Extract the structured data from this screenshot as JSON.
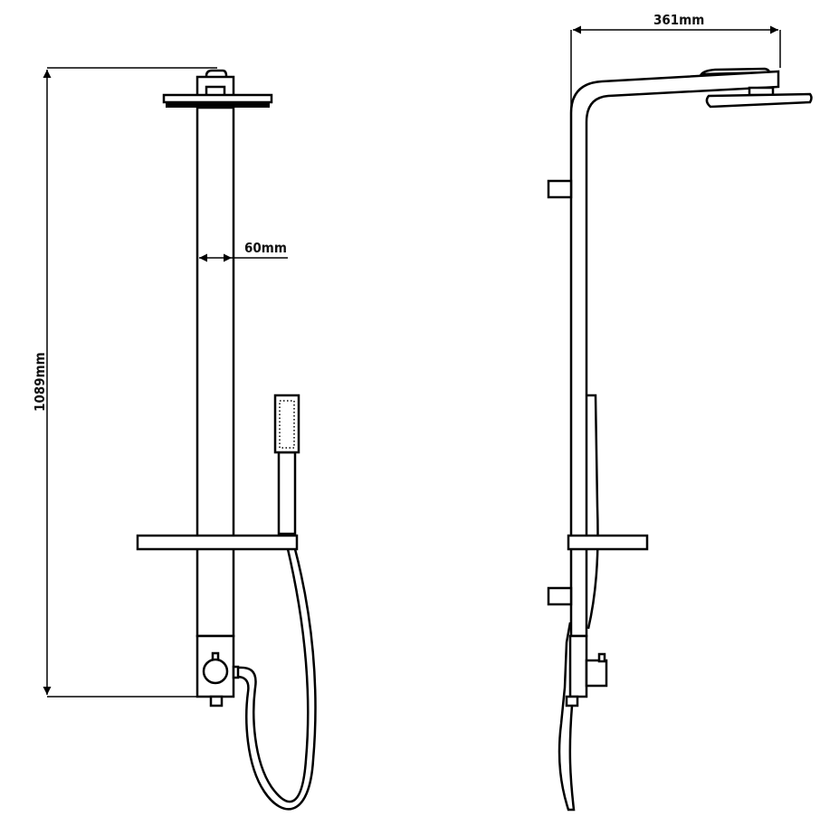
{
  "title": "Shower column technical drawing",
  "dimensions": {
    "height": "1089mm",
    "column_width": "60mm",
    "arm_reach": "361mm"
  },
  "colors": {
    "line": "#000000",
    "background": "#ffffff"
  }
}
